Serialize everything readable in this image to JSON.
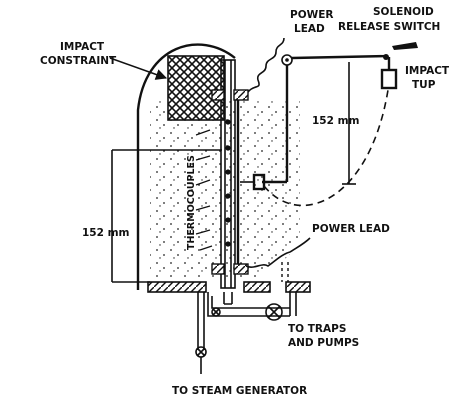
{
  "labels": {
    "power_lead_top_1": "POWER",
    "power_lead_top_2": "LEAD",
    "solenoid_1": "SOLENOID",
    "solenoid_2": "RELEASE SWITCH",
    "impact_constraint_1": "IMPACT",
    "impact_constraint_2": "CONSTRAINT",
    "impact_tup_1": "IMPACT",
    "impact_tup_2": "TUP",
    "dim_upper": "152 mm",
    "dim_lower": "152 mm",
    "thermocouples": "THERMOCOUPLES",
    "power_lead_right": "POWER LEAD",
    "traps_1": "TO TRAPS",
    "traps_2": "AND PUMPS",
    "steam_generator": "TO STEAM GENERATOR"
  },
  "colors": {
    "ink": "#111111",
    "paper": "#ffffff"
  }
}
